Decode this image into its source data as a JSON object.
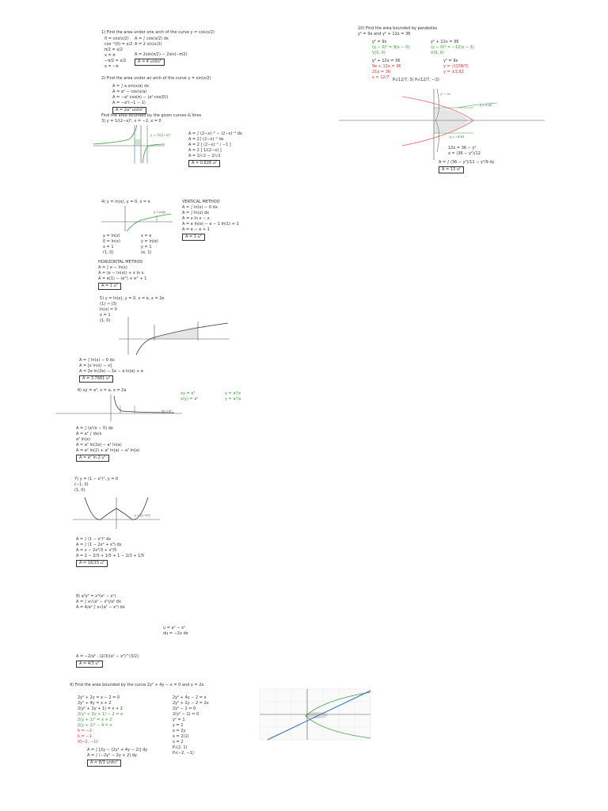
{
  "problems": {
    "p1_title": "1) Find the area under one arch of the curve y = cos(x/2)",
    "p1_work": [
      "0 = cos(x/2)",
      "cos⁻¹(0) = x/2",
      "π/2 = x/2",
      "x = π",
      "−π/2 = x/2",
      "x = −π"
    ],
    "p1_integral": [
      "A = ∫ cos(x/2) dx",
      "A = 2 sin(x/2)",
      "A = 2sin(π/2) − 2sin(−π/2)"
    ],
    "p1_answer": "A = 4 units²",
    "p2_title": "2) Find the area under an arch of the curve y = sin(x/2)",
    "p2_work": [
      "A = ∫ a sin(x/a) dx",
      "A = a² − cos(x/a)",
      "A = −a² cos(π) − (a² cos(0))",
      "A = −a²(−1 − 1)"
    ],
    "p2_answer": "A = 2a² units²",
    "p3_title": "Find the area bounded by the given curves & lines",
    "p3_eq": "3) y = 1/(2−x)², x = −2, x = 0",
    "p3_work": [
      "A = ∫ (2−x)⁻² − (2−x)⁻² dx",
      "A = 2∫ (2−x)⁻² dx",
      "A = 2 [ (2−x)⁻¹ / −1 ]",
      "A = 2 [ 1/(2−x) ]",
      "A = 2/√2 − 2/√2"
    ],
    "p3_answer": "A = 0.828 u²",
    "p4_eq": "4) y = ln(x), y = 0, x = e",
    "p4_method": "VERTICAL METHOD",
    "p4_work": [
      "A = ∫ ln(x) − 0 dx",
      "A = ∫ ln(x) dx",
      "A = x ln x − x",
      "A = e ln(e) − e − 1 ln(1) + 1",
      "A = e − e + 1"
    ],
    "p4_points": [
      "y = ln(x)",
      "0 = ln(x)",
      "x = 1",
      "(1, 0)",
      "x = e",
      "y = ln(e)",
      "y = 1",
      "(e, 1)"
    ],
    "p4_answer": "A = 1 u²",
    "p4_horizontal": "HORIZONTAL METHOD",
    "p4_hwork": [
      "A = ∫ e − ln(x)",
      "A = (e − ln(x)) + x ln x",
      "A = e(1) − (e°) + e° + 1"
    ],
    "p4_hanswer": "A = 1 u²",
    "p5_eq": "5) y = ln(x), y = 0, x = e, x = 2e",
    "p5_points": [
      "(1) → (3)",
      "ln(x) = 0",
      "x = 1",
      "(1, 0)"
    ],
    "p5_work": [
      "A = ∫ ln(x) − 0 dx",
      "A = [x ln(x) − x]",
      "A = 2e ln(2e) − 2e − e ln(e) + e"
    ],
    "p5_answer": "A = 3.7681 u²",
    "p6_eq": "6) xy = a², x = a, x = 2a",
    "p6_work": [
      "A = ∫ (a²/x − 0) dx",
      "A = a² ∫ dx/x",
      "a² ln(x)",
      "A = a² ln(2a) − a² ln(a)",
      "A = a² ln(2) + a² ln(a) − a² ln(a)"
    ],
    "p6_answer": "A = a² ln 2 u²",
    "p6_side": [
      "xy = a²",
      "x(y) = a²",
      "y = a²/x",
      "y = a²/a"
    ],
    "p7_eq": "7) y = (1 − x²)², y = 0",
    "p7_points": [
      "(−1, 0)",
      "(1, 0)"
    ],
    "p7_work": [
      "A = ∫ (1 − x²)² dx",
      "A = ∫ (1 − 2x² + x⁴) dx",
      "A = x − 2x³/3 + x⁵/5",
      "A = 1 − 2/3 + 1/5 + 1 − 2/3 + 1/5"
    ],
    "p7_answer": "A = 16/15 u²",
    "p8_eq": "8) a⁴y² = x²(a² − x²)",
    "p8_work": [
      "A = ∫ x√(a² − x²)/a² dx",
      "A = 4/a² ∫ x√(a² − x²) dx",
      "u = a² − x²",
      "du = −2x dx",
      "A = −2/a² · (2/3)(a² − x²)^(3/2)"
    ],
    "p8_answer": "A = 4/3 u²",
    "p9_title": "9) Find the area bounded by the curve 2y² + 4y − x = 0 and y = 2x",
    "p9_work_black": [
      "2y² + 2y = x − 2 = 0",
      "2y² + 4y = x + 2",
      "2(y² + 2y + 1) = x + 2"
    ],
    "p9_work_green": [
      "2(y² + 2y + 1) − 2 = x",
      "2(y + 1)² = x + 2",
      "2(y + 1)² − 4 = x"
    ],
    "p9_work_red": [
      "h = −2",
      "k = −1",
      "V(−2, −1)"
    ],
    "p9_right": [
      "2y² + 4y − 2 = x",
      "2y² + 2y − 2 = 2x",
      "2y² − 2 = 0",
      "2(y² − 1) = 0",
      "y² = 1",
      "y = 1",
      "x = 2y",
      "x = 2(1)",
      "x = 2",
      "P₁(2, 1)",
      "P₂(−2, −1)"
    ],
    "p9_integral": [
      "A = ∫ [2y − (2y² + 4y − 2)] dy",
      "A = ∫ (−2y² − 2y + 2) dy"
    ],
    "p9_answer": "A = 8/3 units²",
    "p10_title": "10) Find the area bounded by parabolas",
    "p10_eq": "y² = 9x and y² + 12x = 36",
    "p10_left": [
      "y² = 9x",
      "(y − 0)² = 9(x − 0)",
      "V(0, 0)"
    ],
    "p10_right": [
      "y² + 12x = 36",
      "(y − 0)² = −12(x − 3)",
      "V(3, 0)"
    ],
    "p10_solve": [
      "y² + 12x = 36",
      "9x + 12x = 36",
      "21x = 36",
      "x = 12/7"
    ],
    "p10_solve2": [
      "y² = 9x",
      "y = √(108/7)",
      "y = ±3.93"
    ],
    "p10_points": "P₁(12/7, 3)  P₂(12/7, −3)",
    "p10_graph_labels": [
      "y² = 9x",
      "y = 3.93",
      "y = −3.93"
    ],
    "p10_int": [
      "12x = 36 − y²",
      "x = (36 − y²)/12"
    ],
    "p10_integral": "A = ∫ (36 − y²)/12 − y²/9 dy",
    "p10_answer": "A = 13 u²",
    "graph_labels": {
      "g3": "y = 1/(2−x)²",
      "g4": "y = ln(x)",
      "g6": "xy = a²",
      "g7": "y = (1−x²)²"
    }
  }
}
